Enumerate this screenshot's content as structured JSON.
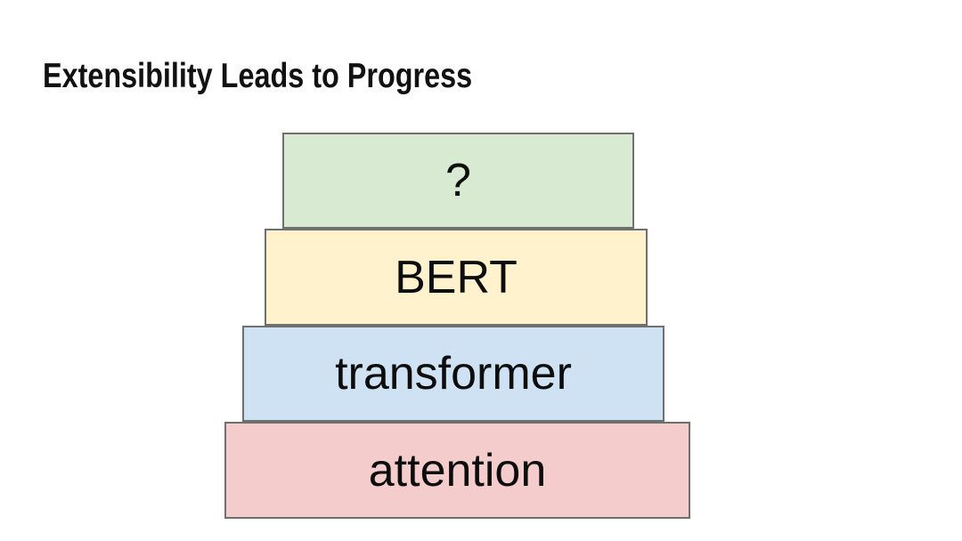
{
  "slide": {
    "title": "Extensibility Leads to Progress",
    "background_color": "#ffffff",
    "title_color": "#111111"
  },
  "stack": {
    "border_color": "#6f6f6f",
    "text_color": "#0d0d0d",
    "layers": [
      {
        "id": "question",
        "label": "?",
        "fill": "#d9ead3"
      },
      {
        "id": "bert",
        "label": "BERT",
        "fill": "#fff2cc"
      },
      {
        "id": "transformer",
        "label": "transformer",
        "fill": "#cfe2f3"
      },
      {
        "id": "attention",
        "label": "attention",
        "fill": "#f4cccc"
      }
    ]
  }
}
